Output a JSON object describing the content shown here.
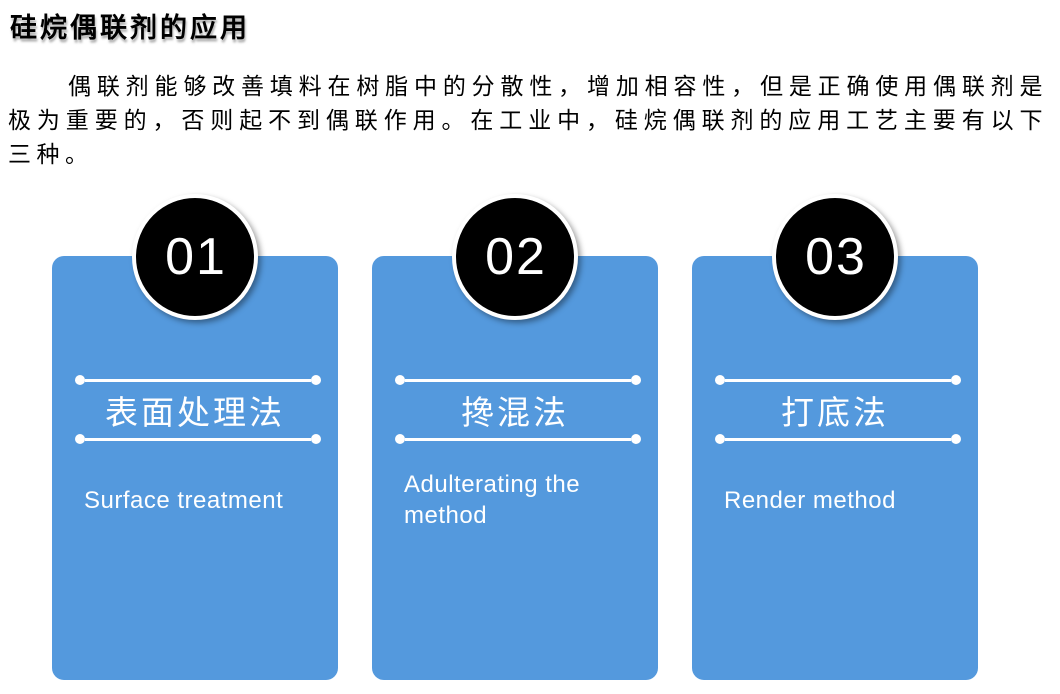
{
  "page": {
    "title": "硅烷偶联剂的应用",
    "paragraph": "偶联剂能够改善填料在树脂中的分散性，增加相容性，但是正确使用偶联剂是极为重要的，否则起不到偶联作用。在工业中，硅烷偶联剂的应用工艺主要有以下三种。"
  },
  "colors": {
    "page_background": "#FFFFFF",
    "body_text": "#000000",
    "card_blue": "#5499DD",
    "badge_black": "#000000",
    "badge_ring": "#FFFFFF",
    "card_text": "#FFFFFF"
  },
  "cards": [
    {
      "number": "01",
      "title_zh": "表面处理法",
      "title_en": "Surface treatment"
    },
    {
      "number": "02",
      "title_zh": "搀混法",
      "title_en": "Adulterating the method"
    },
    {
      "number": "03",
      "title_zh": "打底法",
      "title_en": "Render method"
    }
  ]
}
